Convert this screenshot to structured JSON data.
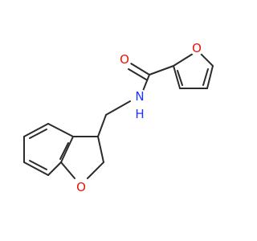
{
  "molecule": {
    "atom_labels": {
      "carbonyl_oxygen": "O",
      "furan_oxygen": "O",
      "amide_nitrogen": "N",
      "amide_hydrogen": "H",
      "ring_oxygen": "O"
    },
    "colors": {
      "bond": "#2b2b2b",
      "oxygen": "#e8120b",
      "nitrogen": "#1f33ff"
    }
  }
}
